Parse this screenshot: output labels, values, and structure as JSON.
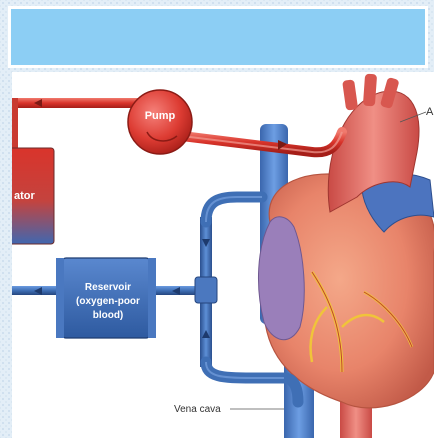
{
  "banner": {
    "text": ""
  },
  "labels": {
    "pump": "Pump",
    "oxygenator_partial": "ator",
    "reservoir_line1": "Reservoir",
    "reservoir_line2": "(oxygen-poor",
    "reservoir_line3": "blood)",
    "vena_cava": "Vena cava",
    "aorta_partial": "A"
  },
  "colors": {
    "banner": "#8ccef4",
    "tube_red": "#d9342b",
    "tube_blue": "#3f6fb5",
    "heart": "#e8846a",
    "reservoir": "#3d6fb8"
  }
}
